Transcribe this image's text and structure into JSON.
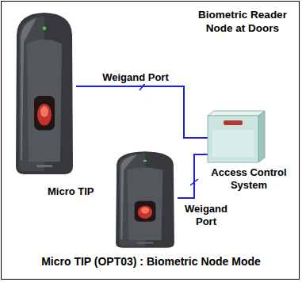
{
  "diagram": {
    "title": "Biometric Reader Node at Doors",
    "caption": "Micro TIP (OPT03) : Biometric Node Mode",
    "nodes": [
      {
        "text": [
          "Micro TIP"
        ]
      },
      {
        "text": [
          "Access Control System"
        ]
      },
      {
        "text": []
      }
    ],
    "edges": [
      {
        "from": 0,
        "to": 1,
        "arrow": "none",
        "label": "Weigand Port"
      },
      {
        "from": 2,
        "to": 1,
        "arrow": "none",
        "label": "Weigand Port"
      }
    ]
  }
}
